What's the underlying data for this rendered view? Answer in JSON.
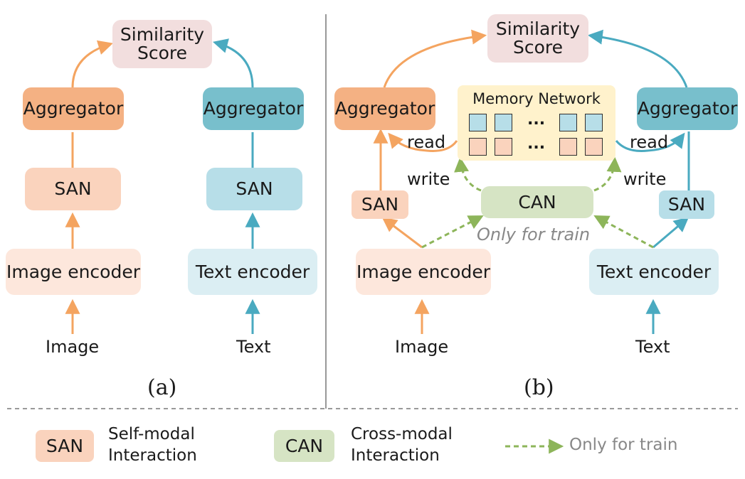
{
  "colors": {
    "orange_arrow": "#f4a460",
    "blue_arrow": "#4aaac0",
    "green_dashed": "#8db55a",
    "divider": "#999999"
  },
  "panel_a": {
    "score": "Similarity Score",
    "agg_left": "Aggregator",
    "agg_right": "Aggregator",
    "san_left": "SAN",
    "san_right": "SAN",
    "enc_left": "Image encoder",
    "enc_right": "Text encoder",
    "input_left": "Image",
    "input_right": "Text",
    "caption": "(a)"
  },
  "panel_b": {
    "score": "Similarity Score",
    "agg_left": "Aggregator",
    "agg_right": "Aggregator",
    "memory_title": "Memory Network",
    "memory_dots": "...",
    "read_left": "read",
    "read_right": "read",
    "write_left": "write",
    "write_right": "write",
    "can": "CAN",
    "only_train": "Only for train",
    "san_left": "SAN",
    "san_right": "SAN",
    "enc_left": "Image encoder",
    "enc_right": "Text encoder",
    "input_left": "Image",
    "input_right": "Text",
    "caption": "(b)"
  },
  "legend": {
    "san_box": "SAN",
    "san_desc": "Self-modal Interaction",
    "can_box": "CAN",
    "can_desc": "Cross-modal Interaction",
    "dashed_desc": "Only for train"
  }
}
